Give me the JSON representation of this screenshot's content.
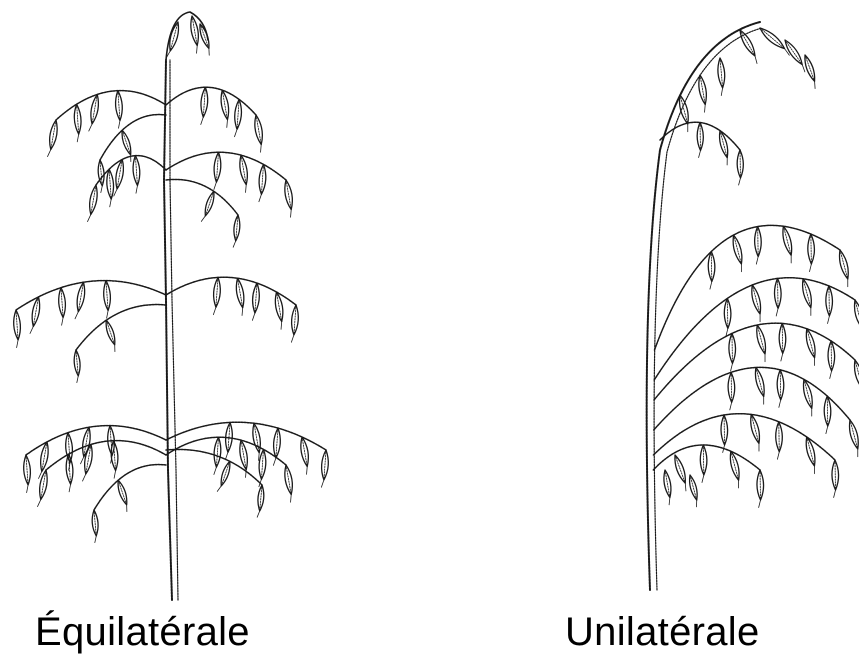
{
  "figure": {
    "panels": [
      {
        "label": "Équilatérale",
        "kind": "equilateral-panicle"
      },
      {
        "label": "Unilatérale",
        "kind": "unilateral-panicle"
      }
    ],
    "ink_color": "#1a1a1a",
    "background": "#ffffff"
  }
}
